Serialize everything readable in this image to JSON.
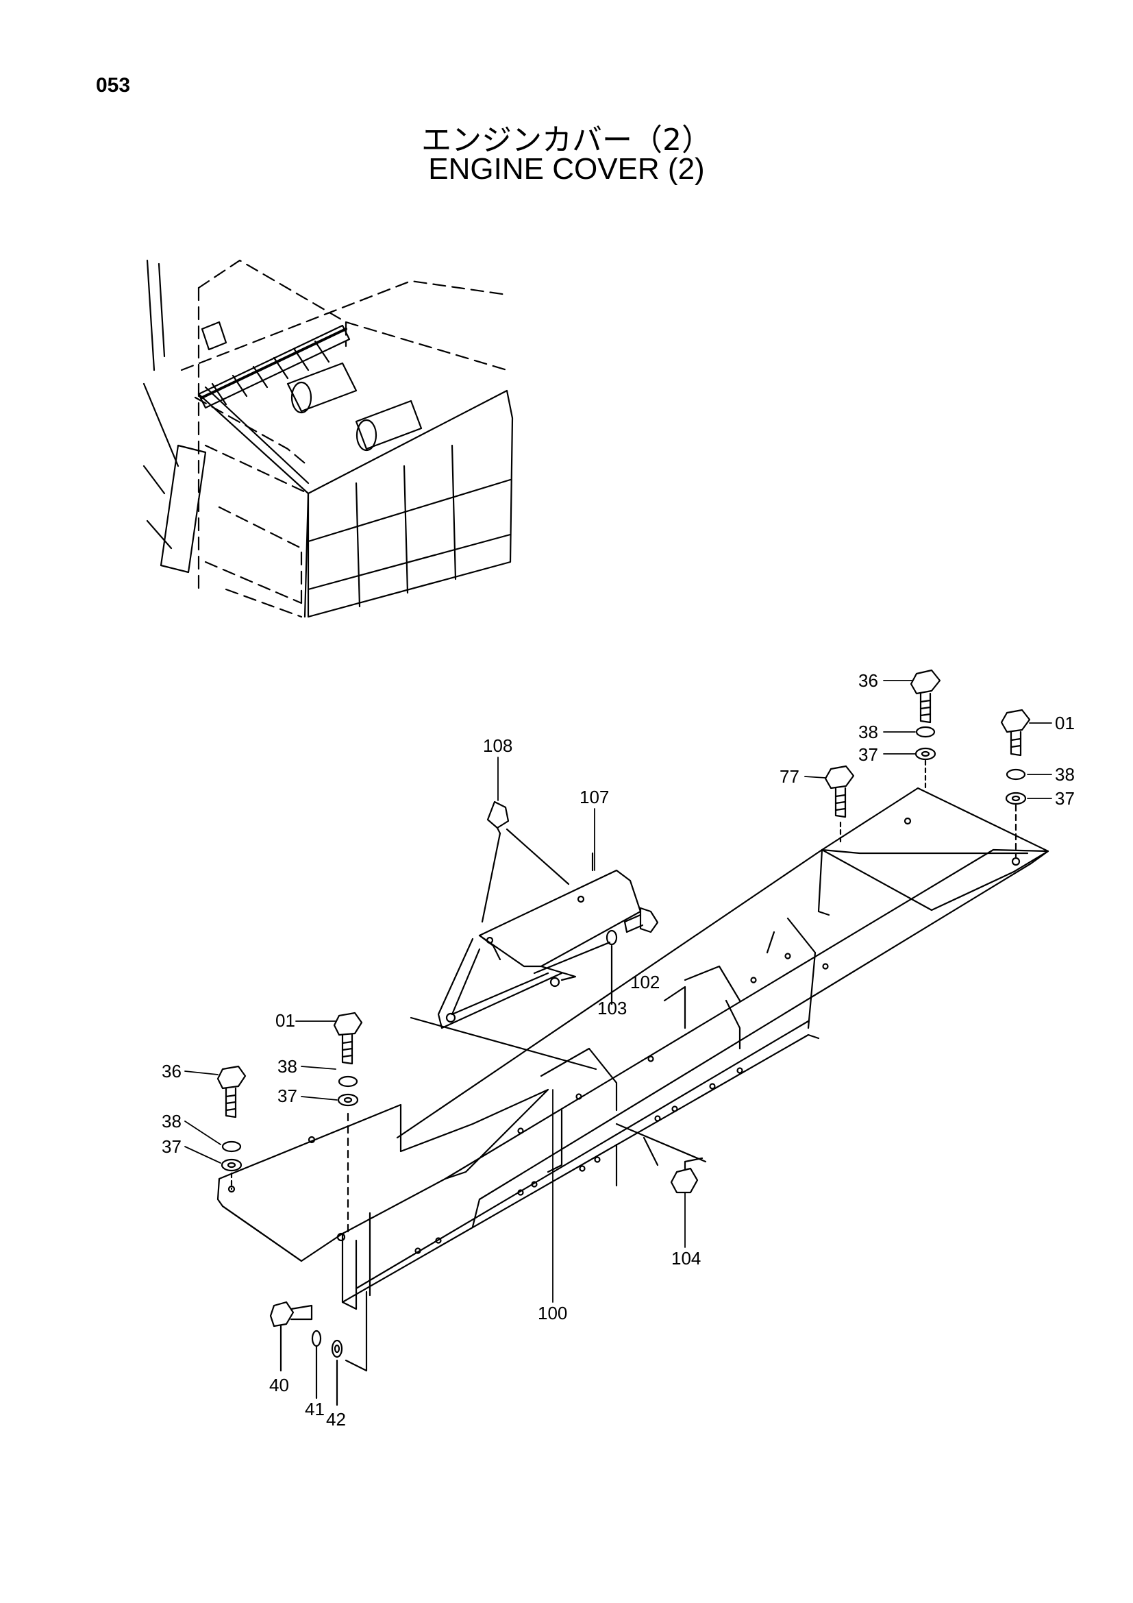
{
  "page": {
    "number": "053"
  },
  "title": {
    "japanese": "エンジンカバー（2）",
    "english": "ENGINE COVER (2)"
  },
  "callouts": {
    "c01a": "01",
    "c01b": "01",
    "c36a": "36",
    "c36b": "36",
    "c38a": "38",
    "c38b": "38",
    "c38c": "38",
    "c38d": "38",
    "c37a": "37",
    "c37b": "37",
    "c37c": "37",
    "c37d": "37",
    "c77": "77",
    "c100": "100",
    "c102": "102",
    "c103": "103",
    "c104": "104",
    "c107": "107",
    "c108": "108",
    "c40": "40",
    "c41": "41",
    "c42": "42"
  }
}
